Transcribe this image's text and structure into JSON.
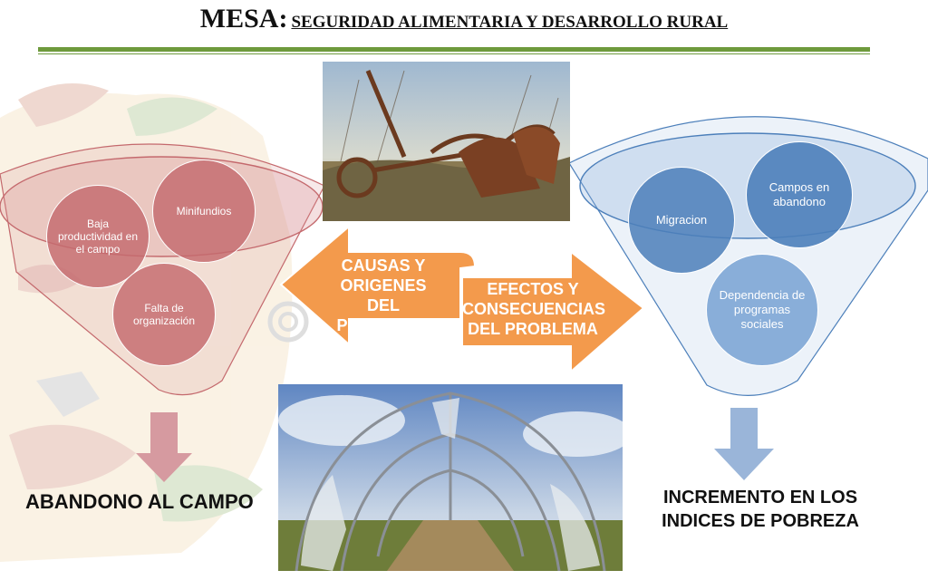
{
  "header": {
    "title_main": "MESA:",
    "title_sub": "SEGURIDAD ALIMENTARIA Y DESARROLLO RURAL"
  },
  "left_funnel": {
    "bubbles": [
      "Baja productividad en el campo",
      "Minifundios",
      "Falta de organización"
    ],
    "result": "ABANDONO AL CAMPO"
  },
  "center": {
    "causes": "CAUSAS Y ORIGENES DEL PROBLEMA",
    "effects": "EFECTOS Y CONSECUENCIAS DEL PROBLEMA"
  },
  "right_funnel": {
    "bubbles": [
      "Migracion",
      "Campos en abandono",
      "Dependencia de programas sociales"
    ],
    "result": "INCREMENTO EN LOS INDICES DE POBREZA"
  },
  "colors": {
    "accent_green": "#6e9a3c",
    "arrow_orange": "#f39a4c",
    "funnel_red": "#c4696d",
    "funnel_blue": "#4c7fba",
    "down_arrow_red": "#d69aa0",
    "down_arrow_blue": "#9ab5d9"
  }
}
